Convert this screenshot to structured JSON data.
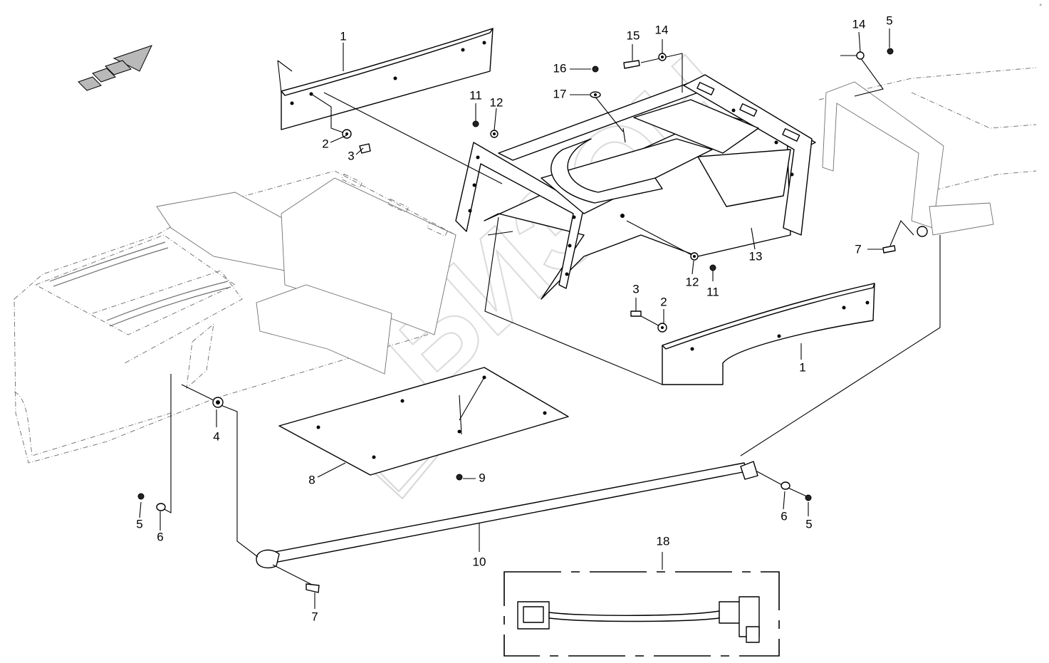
{
  "callouts": [
    {
      "id": "c1a",
      "label": "1"
    },
    {
      "id": "c1b",
      "label": "1"
    },
    {
      "id": "c2a",
      "label": "2"
    },
    {
      "id": "c2b",
      "label": "2"
    },
    {
      "id": "c3a",
      "label": "3"
    },
    {
      "id": "c3b",
      "label": "3"
    },
    {
      "id": "c4",
      "label": "4"
    },
    {
      "id": "c5a",
      "label": "5"
    },
    {
      "id": "c5b",
      "label": "5"
    },
    {
      "id": "c5c",
      "label": "5"
    },
    {
      "id": "c6a",
      "label": "6"
    },
    {
      "id": "c6b",
      "label": "6"
    },
    {
      "id": "c7a",
      "label": "7"
    },
    {
      "id": "c7b",
      "label": "7"
    },
    {
      "id": "c8",
      "label": "8"
    },
    {
      "id": "c9",
      "label": "9"
    },
    {
      "id": "c10",
      "label": "10"
    },
    {
      "id": "c11a",
      "label": "11"
    },
    {
      "id": "c11b",
      "label": "11"
    },
    {
      "id": "c12a",
      "label": "12"
    },
    {
      "id": "c12b",
      "label": "12"
    },
    {
      "id": "c13",
      "label": "13"
    },
    {
      "id": "c14a",
      "label": "14"
    },
    {
      "id": "c14b",
      "label": "14"
    },
    {
      "id": "c15",
      "label": "15"
    },
    {
      "id": "c16",
      "label": "16"
    },
    {
      "id": "c17",
      "label": "17"
    },
    {
      "id": "c18",
      "label": "18"
    }
  ],
  "watermark": {
    "text": "БИЗОН"
  },
  "corner_mark": "°"
}
